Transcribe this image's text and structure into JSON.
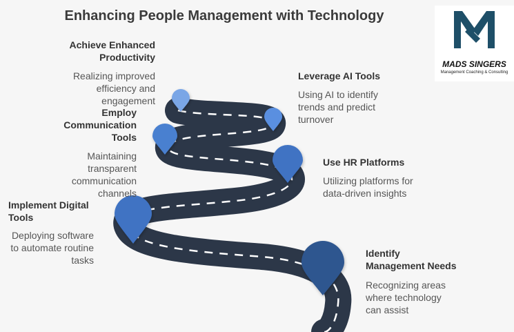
{
  "title": "Enhancing People Management with Technology",
  "logo": {
    "name": "MADS SINGERS",
    "subtitle": "Management Coaching & Consulting",
    "color": "#1e4f68"
  },
  "colors": {
    "road": "#2c3748",
    "road_dash": "#ffffff",
    "pin_dark": "#2f568f",
    "pin_mid": "#3f73c3",
    "pin_light": "#7aa6e6"
  },
  "steps": [
    {
      "heading": "Identify\nManagement Needs",
      "description": "Recognizing areas\nwhere technology\ncan assist"
    },
    {
      "heading": "Implement Digital\nTools",
      "description": "Deploying software\nto automate routine\ntasks"
    },
    {
      "heading": "Use HR Platforms",
      "description": "Utilizing platforms for\ndata-driven insights"
    },
    {
      "heading": "Employ\nCommunication\nTools",
      "description": "Maintaining\ntransparent\ncommunication\nchannels"
    },
    {
      "heading": "Leverage AI Tools",
      "description": "Using AI to identify\ntrends and predict\nturnover"
    },
    {
      "heading": "Achieve Enhanced\nProductivity",
      "description": "Realizing improved\nefficiency and\nengagement"
    }
  ]
}
